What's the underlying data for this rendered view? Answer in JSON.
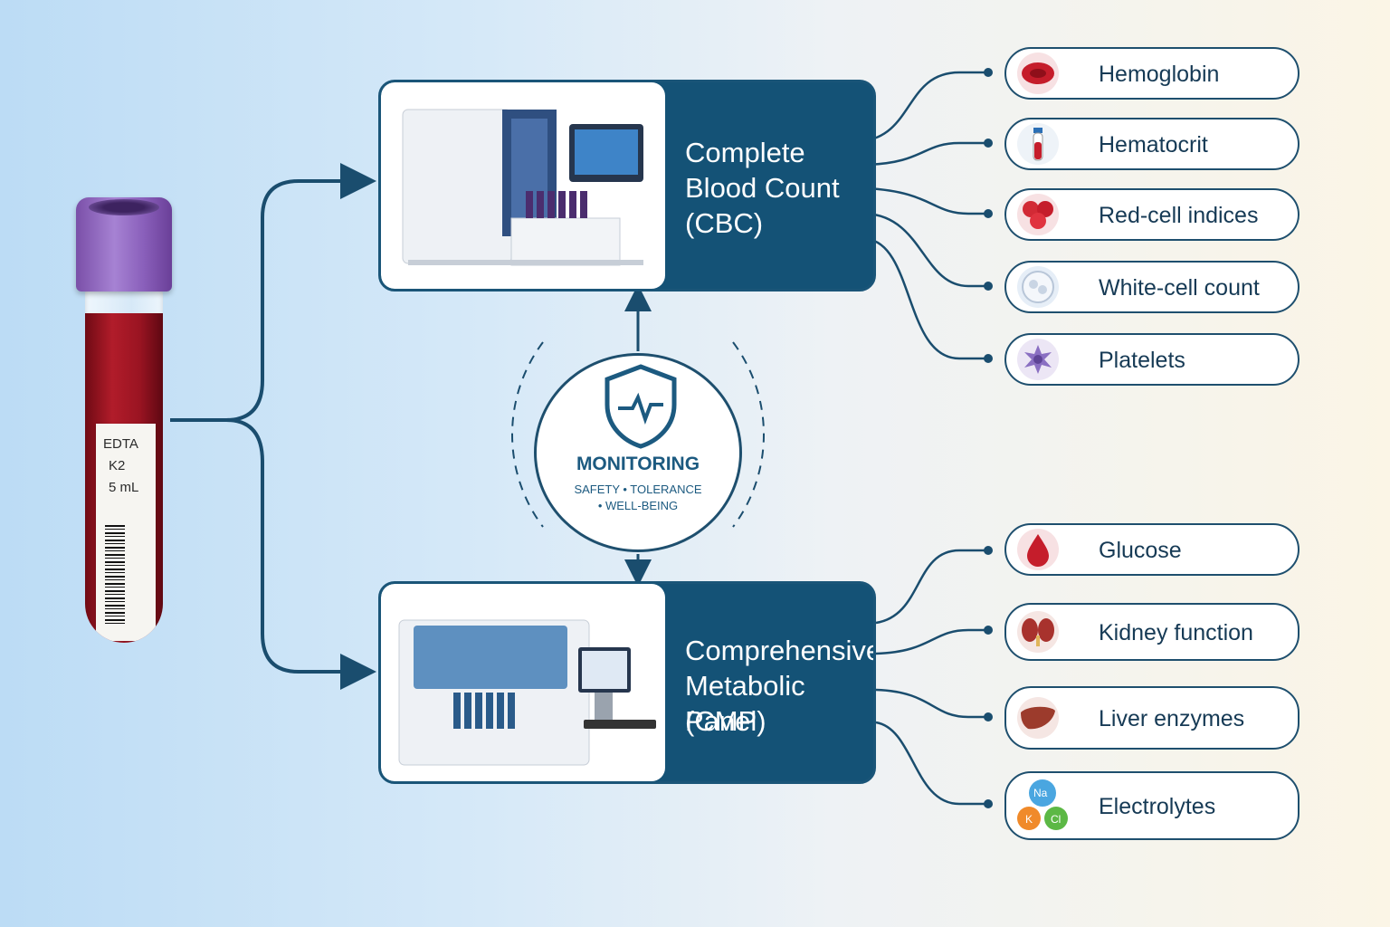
{
  "sample_tube": {
    "label_lines": [
      "EDTA",
      "K2",
      "5 mL"
    ],
    "cap_color": "#8a60bb",
    "blood_color": "#9a1422"
  },
  "panels": [
    {
      "id": "cbc",
      "title_lines": [
        "Complete",
        "Blood Count",
        "(CBC)"
      ],
      "image_icon": "hematology-analyzer-icon"
    },
    {
      "id": "cmp",
      "title_lines": [
        "Comprehensive",
        "Metabolic Panel",
        "(CMP)"
      ],
      "image_icon": "chemistry-analyzer-icon"
    }
  ],
  "cbc_results": [
    {
      "label": "Hemoglobin",
      "icon": "red-blood-cell-icon"
    },
    {
      "label": "Hematocrit",
      "icon": "blood-tube-icon"
    },
    {
      "label": "Red-cell indices",
      "icon": "red-cells-icon"
    },
    {
      "label": "White-cell count",
      "icon": "white-cell-icon"
    },
    {
      "label": "Platelets",
      "icon": "platelet-icon"
    }
  ],
  "cmp_results": [
    {
      "label": "Glucose",
      "icon": "blood-drop-icon"
    },
    {
      "label": "Kidney function",
      "icon": "kidneys-icon"
    },
    {
      "label": "Liver enzymes",
      "icon": "liver-icon"
    },
    {
      "label": "Electrolytes",
      "icon": "electrolytes-icon",
      "sub": [
        "Na",
        "K",
        "Cl"
      ]
    }
  ],
  "monitoring": {
    "title": "MONITORING",
    "subtitle_1": "SAFETY • TOLERANCE",
    "subtitle_2": "• WELL-BEING",
    "icon": "shield-pulse-icon"
  },
  "colors": {
    "navy": "#145276",
    "line": "#1e4f6e",
    "accent": "#1c5a80"
  }
}
